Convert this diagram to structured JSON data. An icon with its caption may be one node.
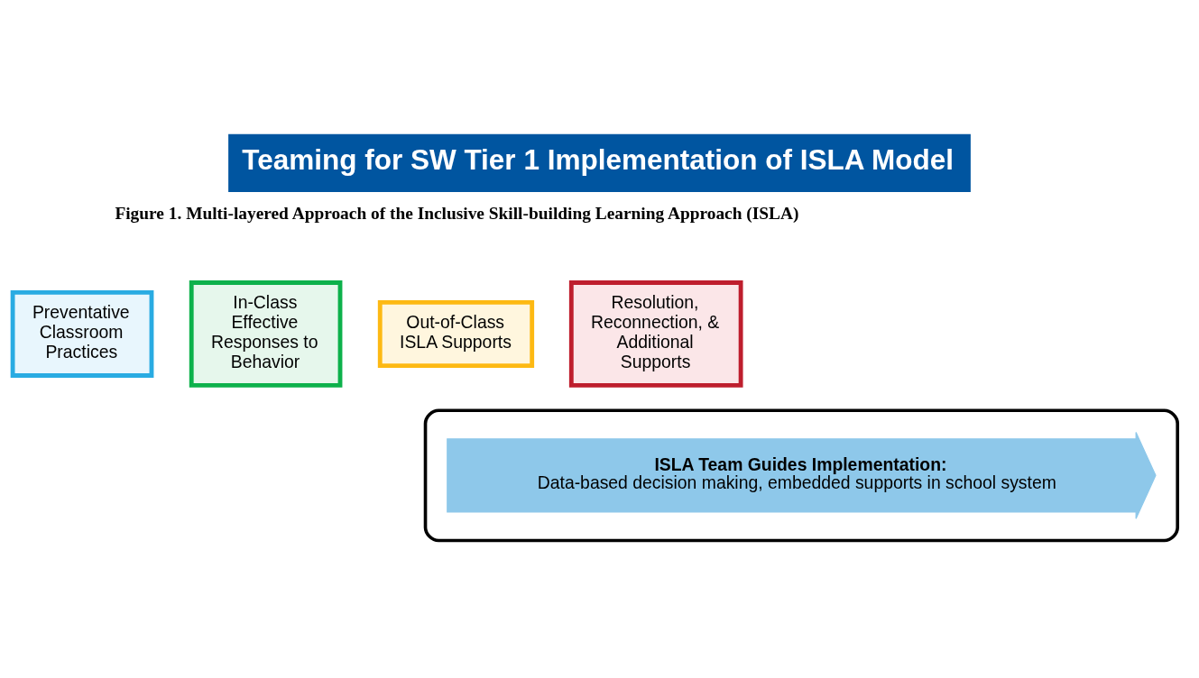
{
  "diagram": {
    "title": "Teaming for SW Tier 1 Implementation of ISLA Model",
    "nodes": [
      {
        "text": [
          "Preventative Classroom Practices"
        ]
      },
      {
        "text": [
          "In-Class Effective Responses to Behavior"
        ]
      },
      {
        "text": [
          "Out-of-Class ISLA Supports"
        ]
      },
      {
        "text": [
          "Resolution, Reconnection, & Additional Supports"
        ]
      },
      {
        "text": [],
        "shape": "box"
      },
      {
        "text": [
          "ISLA Team Guides Implementation:",
          "Data-based decision making, embedded supports in school system"
        ],
        "in": 4
      }
    ],
    "edges": [],
    "labels": [
      "Figure 1. Multi-layered Approach of the Inclusive Skill-building Learning Approach (ISLA)"
    ]
  }
}
